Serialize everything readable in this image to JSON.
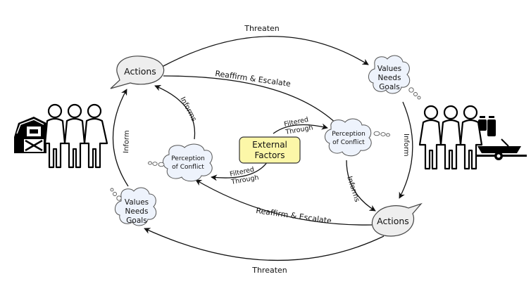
{
  "diagram": {
    "title": "Conflict escalation cycle between two stakeholder groups",
    "groups": {
      "left": {
        "icon": "farmers-group-with-barn"
      },
      "right": {
        "icon": "recreation-group-with-boat-and-binoculars"
      }
    },
    "nodes": {
      "actions_top": "Actions",
      "actions_bottom": "Actions",
      "values_top": [
        "Values",
        "Needs",
        "Goals"
      ],
      "values_bottom": [
        "Values",
        "Needs",
        "Goals"
      ],
      "perception_right": [
        "Perception",
        "of Conflict"
      ],
      "perception_left": [
        "Perception",
        "of Conflict"
      ],
      "external": [
        "External",
        "Factors"
      ]
    },
    "edges": {
      "threaten_top": "Threaten",
      "threaten_bottom": "Threaten",
      "reaffirm_top": "Reaffirm & Escalate",
      "reaffirm_bottom": "Reaffirm & Escalate",
      "inform_left": "Inform",
      "inform_right": "Inform",
      "informs_left": "Informs",
      "informs_right": "Informs",
      "filtered_right": [
        "Filtered",
        "Through"
      ],
      "filtered_left": [
        "Filtered",
        "Through"
      ]
    },
    "colors": {
      "cloud_fill": "#eef3fc",
      "bubble_fill": "#eeeeee",
      "external_fill": "#fcf7a8"
    }
  }
}
